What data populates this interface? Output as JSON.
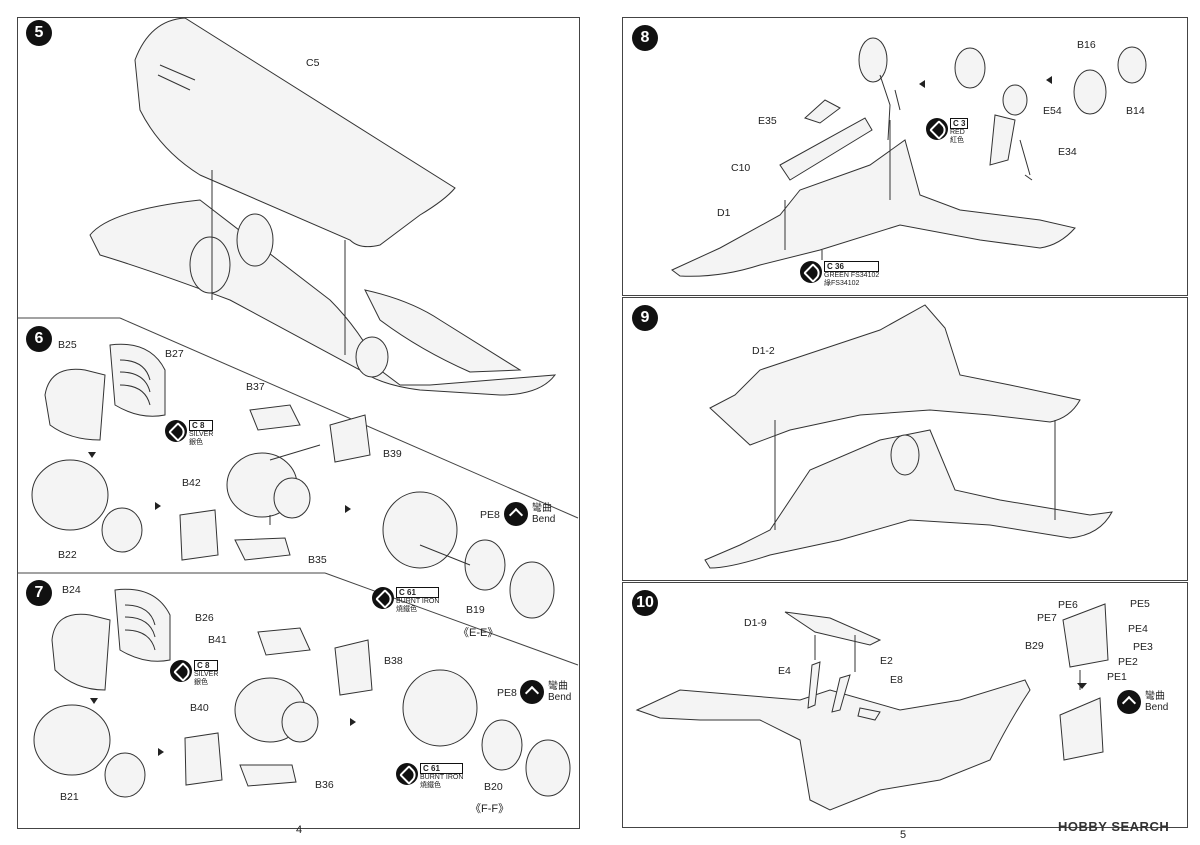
{
  "steps": {
    "s5": {
      "num": "5",
      "labels": {
        "c5": "C5"
      }
    },
    "s6": {
      "num": "6",
      "labels": {
        "b25": "B25",
        "b27": "B27",
        "b37": "B37",
        "b39": "B39",
        "b42": "B42",
        "b35": "B35",
        "b22": "B22",
        "pe8": "PE8",
        "b19": "B19"
      },
      "paint1": {
        "code": "C 8",
        "name": "SILVER",
        "cn": "銀色"
      },
      "paint2": {
        "code": "C 61",
        "name": "BURNT IRON",
        "cn": "燒鐵色"
      },
      "bend": {
        "cn": "彎曲",
        "en": "Bend"
      },
      "view": "《E-E》"
    },
    "s7": {
      "num": "7",
      "labels": {
        "b24": "B24",
        "b26": "B26",
        "b41": "B41",
        "b38": "B38",
        "b40": "B40",
        "b36": "B36",
        "b21": "B21",
        "pe8": "PE8",
        "b20": "B20"
      },
      "paint1": {
        "code": "C 8",
        "name": "SILVER",
        "cn": "銀色"
      },
      "paint2": {
        "code": "C 61",
        "name": "BURNT IRON",
        "cn": "燒鐵色"
      },
      "bend": {
        "cn": "彎曲",
        "en": "Bend"
      },
      "view": "《F-F》"
    },
    "s8": {
      "num": "8",
      "labels": {
        "b16": "B16",
        "b14": "B14",
        "e35": "E35",
        "e54": "E54",
        "e34": "E34",
        "c10": "C10",
        "d1": "D1"
      },
      "paint1": {
        "code": "C 3",
        "name": "RED",
        "cn": "紅色"
      },
      "paint2": {
        "code": "C 36",
        "name": "GREEN FS34102",
        "cn": "綠FS34102"
      }
    },
    "s9": {
      "num": "9",
      "labels": {
        "d12": "D1-2"
      }
    },
    "s10": {
      "num": "10",
      "labels": {
        "d19": "D1-9",
        "e4": "E4",
        "e2": "E2",
        "e8": "E8",
        "pe6": "PE6",
        "pe5": "PE5",
        "pe7": "PE7",
        "pe4": "PE4",
        "b29": "B29",
        "pe3": "PE3",
        "pe2": "PE2",
        "pe1": "PE1"
      },
      "bend": {
        "cn": "彎曲",
        "en": "Bend"
      }
    }
  },
  "pages": {
    "left": "4",
    "right": "5"
  },
  "watermark": "HOBBY SEARCH"
}
